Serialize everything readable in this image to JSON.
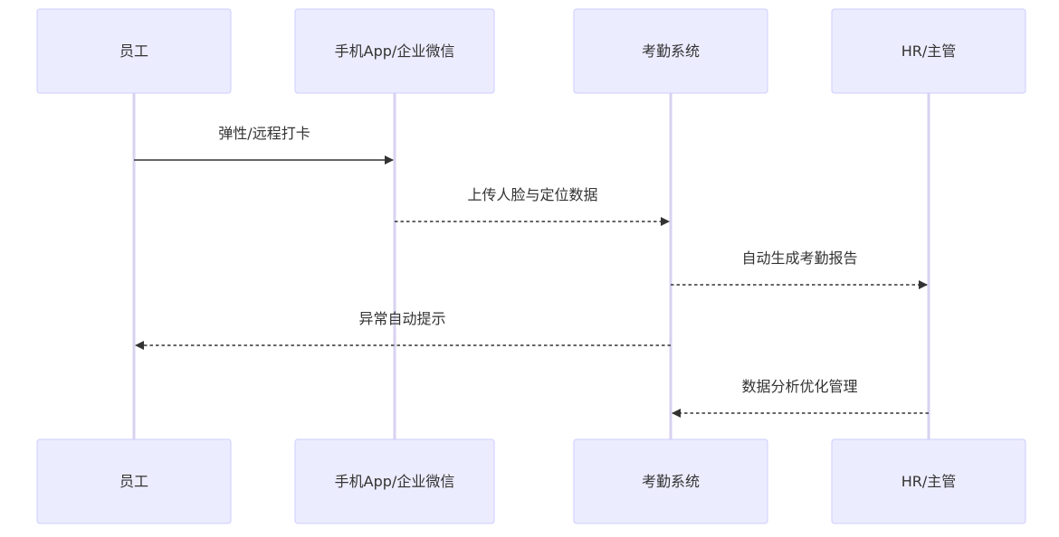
{
  "participants": [
    {
      "id": "employee",
      "label": "员工"
    },
    {
      "id": "app",
      "label": "手机App/企业微信"
    },
    {
      "id": "system",
      "label": "考勤系统"
    },
    {
      "id": "hr",
      "label": "HR/主管"
    }
  ],
  "messages": [
    {
      "from": "employee",
      "to": "app",
      "label": "弹性/远程打卡",
      "style": "solid"
    },
    {
      "from": "app",
      "to": "system",
      "label": "上传人脸与定位数据",
      "style": "dashed"
    },
    {
      "from": "system",
      "to": "hr",
      "label": "自动生成考勤报告",
      "style": "dashed"
    },
    {
      "from": "system",
      "to": "employee",
      "label": "异常自动提示",
      "style": "dashed"
    },
    {
      "from": "hr",
      "to": "system",
      "label": "数据分析优化管理",
      "style": "dashed"
    }
  ],
  "colors": {
    "actor_fill": "#ECECFF",
    "actor_border": "#CCCCFF",
    "lifeline": "#D8D2F0",
    "line": "#333333",
    "text": "#333333"
  }
}
